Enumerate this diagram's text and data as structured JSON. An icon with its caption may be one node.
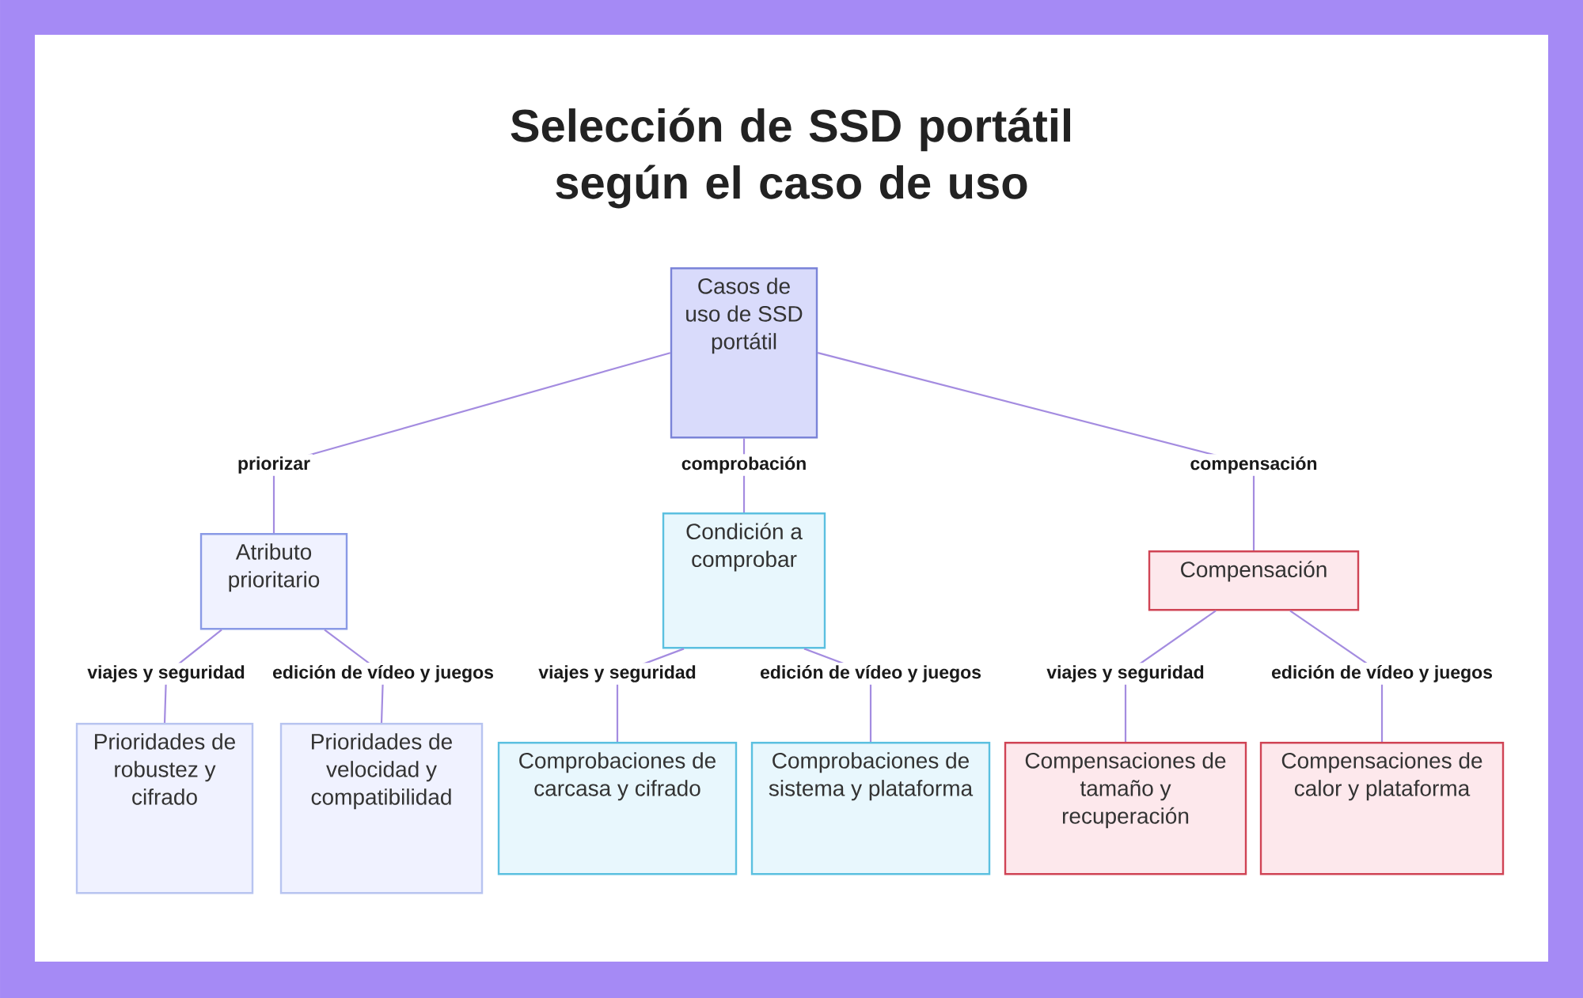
{
  "diagram": {
    "title": "Selección de SSD portátil según el caso de uso",
    "nodes": [
      {
        "text": [
          "Casos de uso de SSD portátil"
        ]
      },
      {
        "text": [
          "Atributo prioritario"
        ]
      },
      {
        "text": [
          "Condición a comprobar"
        ]
      },
      {
        "text": [
          "Compensación"
        ]
      },
      {
        "text": [
          "Prioridades de robustez y cifrado"
        ]
      },
      {
        "text": [
          "Prioridades de velocidad y compatibilidad"
        ]
      },
      {
        "text": [
          "Comprobaciones de carcasa y cifrado"
        ]
      },
      {
        "text": [
          "Comprobaciones de sistema y plataforma"
        ]
      },
      {
        "text": [
          "Compensaciones de tamaño y recuperación"
        ]
      },
      {
        "text": [
          "Compensaciones de calor y plataforma"
        ]
      }
    ],
    "edges": [
      {
        "from": 0,
        "to": 1,
        "arrow": "none",
        "label": "priorizar"
      },
      {
        "from": 0,
        "to": 2,
        "arrow": "none",
        "label": "comprobación"
      },
      {
        "from": 0,
        "to": 3,
        "arrow": "none",
        "label": "compensación"
      },
      {
        "from": 1,
        "to": 4,
        "arrow": "none",
        "label": "viajes y seguridad"
      },
      {
        "from": 1,
        "to": 5,
        "arrow": "none",
        "label": "edición de vídeo y juegos"
      },
      {
        "from": 2,
        "to": 6,
        "arrow": "none",
        "label": "viajes y seguridad"
      },
      {
        "from": 2,
        "to": 7,
        "arrow": "none",
        "label": "edición de vídeo y juegos"
      },
      {
        "from": 3,
        "to": 8,
        "arrow": "none",
        "label": "viajes y seguridad"
      },
      {
        "from": 3,
        "to": 9,
        "arrow": "none",
        "label": "edición de vídeo y juegos"
      }
    ]
  }
}
